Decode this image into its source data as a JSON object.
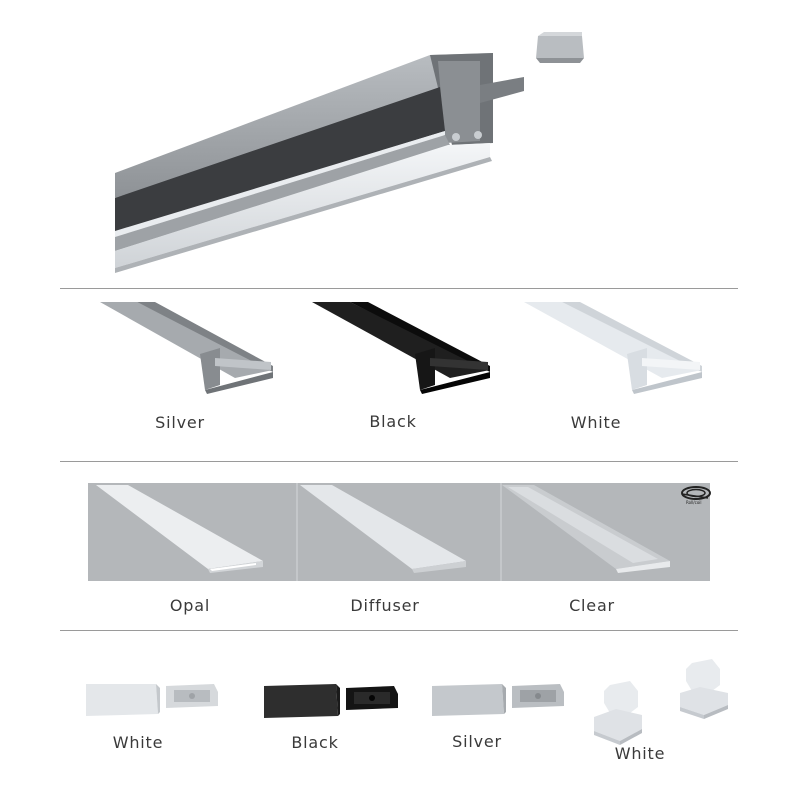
{
  "profile_finishes": {
    "items": [
      {
        "label": "Silver",
        "color": "#9a9ea2"
      },
      {
        "label": "Black",
        "color": "#1a1a1a"
      },
      {
        "label": "White",
        "color": "#e6eaee"
      }
    ]
  },
  "diffusers": {
    "items": [
      {
        "label": "Opal"
      },
      {
        "label": "Diffuser"
      },
      {
        "label": "Clear"
      }
    ],
    "coil_icon_text": "Roll/coil"
  },
  "end_caps": {
    "items": [
      {
        "label": "White",
        "color": "#dfe2e6"
      },
      {
        "label": "Black",
        "color": "#2e2e2e"
      },
      {
        "label": "Silver",
        "color": "#c4c8cc"
      },
      {
        "label": "White",
        "color": "#e8ebee"
      }
    ]
  }
}
